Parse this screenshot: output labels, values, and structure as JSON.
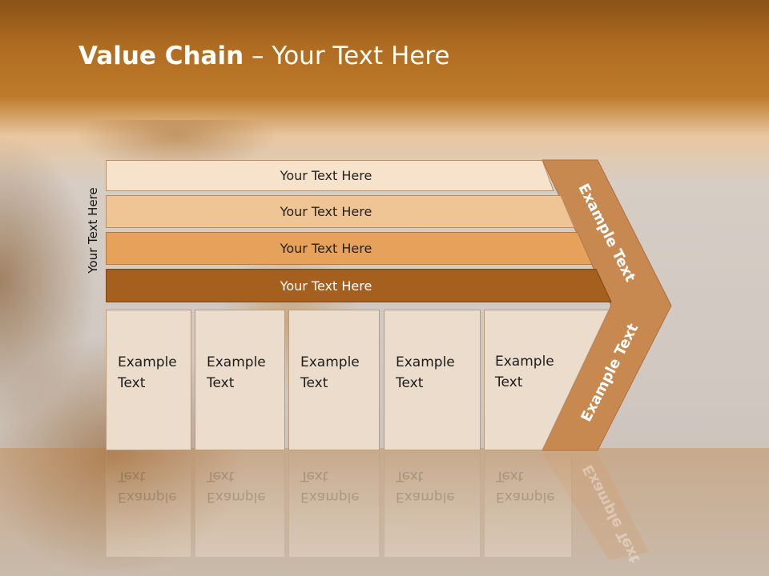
{
  "slide": {
    "title_bold": "Value Chain",
    "title_rest": " – Your Text Here",
    "side_label": "Your Text Here"
  },
  "bands": [
    {
      "label": "Your Text Here",
      "color": "#f7e2cc"
    },
    {
      "label": "Your Text Here",
      "color": "#f0c595"
    },
    {
      "label": "Your Text Here",
      "color": "#e6a25a"
    },
    {
      "label": "Your Text Here",
      "color": "#a5601f"
    }
  ],
  "columns": [
    {
      "line1": "Example",
      "line2": "Text"
    },
    {
      "line1": "Example",
      "line2": "Text"
    },
    {
      "line1": "Example",
      "line2": "Text"
    },
    {
      "line1": "Example",
      "line2": "Text"
    },
    {
      "line1": "Example",
      "line2": "Text"
    }
  ],
  "chevron": {
    "upper_label": "Example Text",
    "lower_label": "Example Text",
    "color": "#c88950"
  }
}
